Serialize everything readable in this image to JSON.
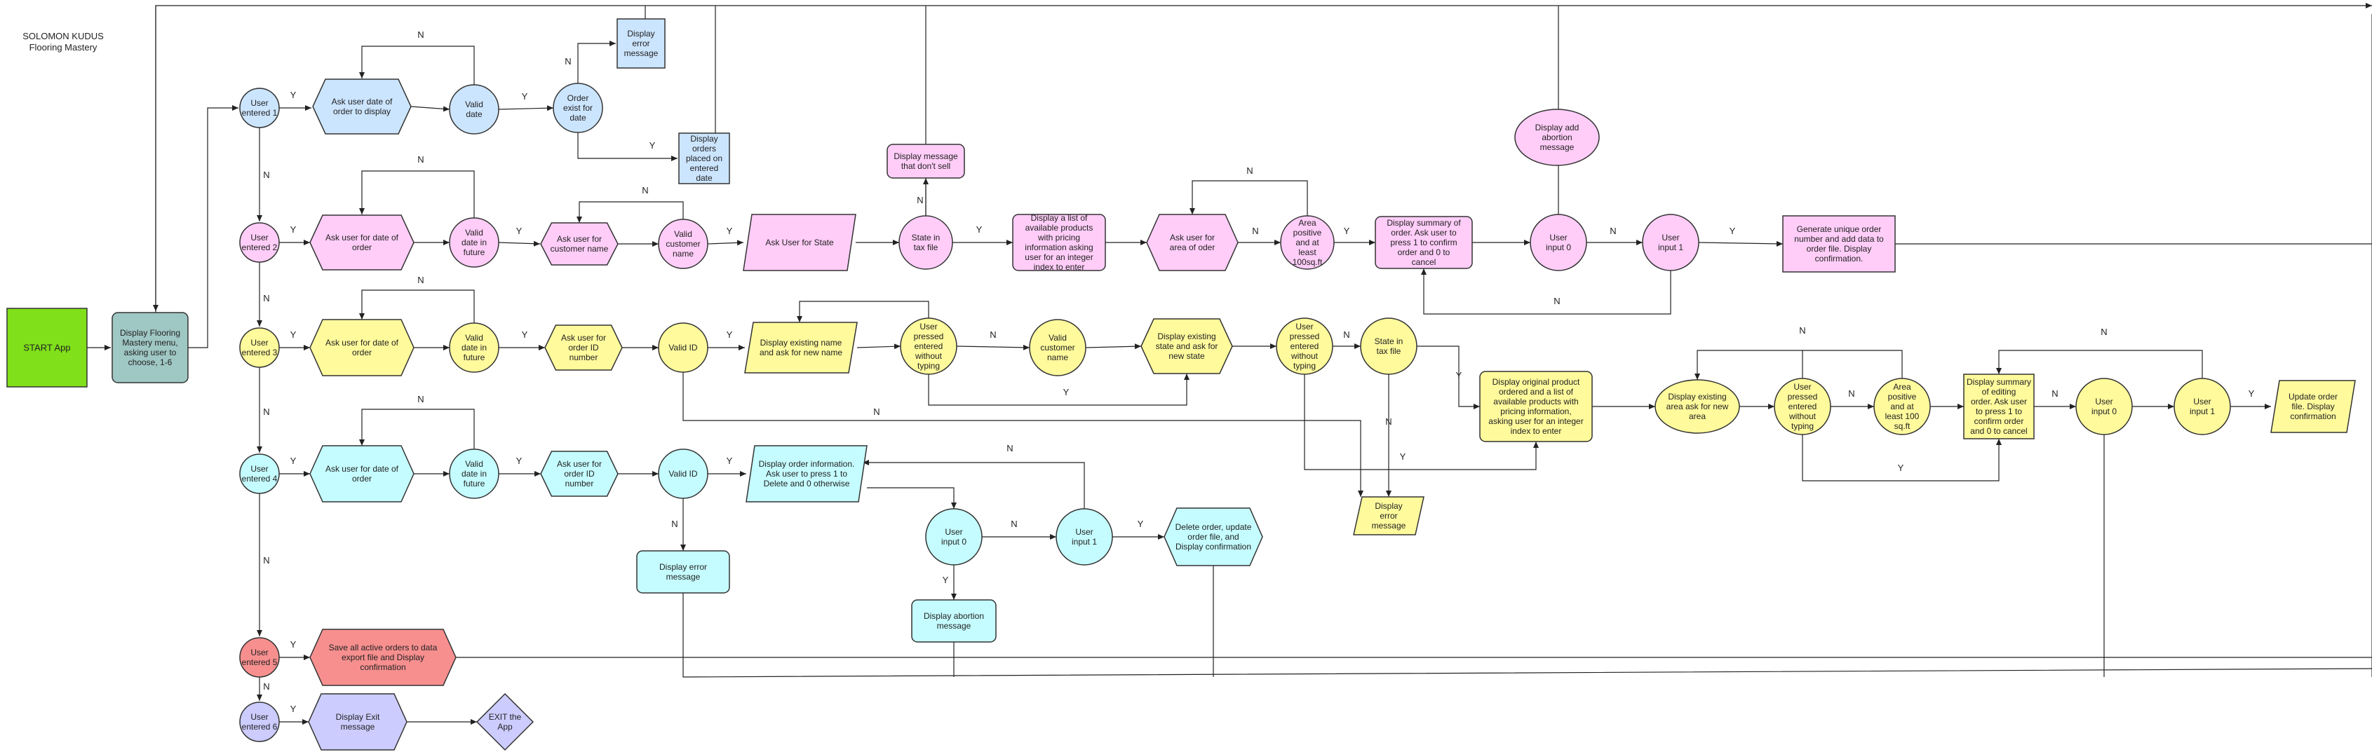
{
  "title": {
    "author": "SOLOMON KUDUS",
    "project": "Flooring Mastery"
  },
  "colors": {
    "start": "#80e01a",
    "menu": "#9fc7c4",
    "row1": "#cce5ff",
    "row2": "#ffcdf8",
    "row3": "#fffa9c",
    "row4": "#c5fcff",
    "row5": "#f78f8f",
    "row6": "#ccccff",
    "stroke": "#333333"
  },
  "nodes": {
    "start": "START App",
    "menu": "Display Flooring Mastery menu, asking user to choose, 1-6",
    "u1": "User entered 1",
    "ask_date_display": "Ask user date of order to display",
    "valid_date": "Valid date",
    "order_exist": "Order exist for date",
    "disp_error_top": "Display error message",
    "disp_orders": "Display orders placed on entered date",
    "u2": "User entered 2",
    "ask_date_2": "Ask user for date of order",
    "valid_future_2": "Valid date in future",
    "ask_cust_name": "Ask user for customer name",
    "valid_cust_name": "Valid customer name",
    "ask_state": "Ask User for State",
    "state_tax_2": "State in tax file",
    "msg_dont_sell": "Display message that don't sell",
    "list_products_2": "Display a list of available products with pricing information asking user for an integer index to enter",
    "ask_area_2": "Ask user for area of oder",
    "area_pos_2": "Area positive and at least 100sq.ft",
    "summary_2": "Display summary of order. Ask user to press 1 to confirm order and 0 to cancel",
    "in0_2": "User input 0",
    "abort_2": "Display add abortion message",
    "in1_2": "User input 1",
    "generate": "Generate unique order number and add data to order file. Display confirmation.",
    "u3": "User entered 3",
    "ask_date_3": "Ask user for date of order",
    "valid_future_3": "Valid date in future",
    "ask_id_3": "Ask user for order ID number",
    "valid_id_3": "Valid ID",
    "existing_name": "Display existing name and ask for new name",
    "pressed_enter_3a": "User pressed entered without typing",
    "valid_cust_3": "Valid customer name",
    "existing_state": "Display existing state and ask for new state",
    "pressed_enter_3b": "User pressed entered without typing",
    "state_tax_3": "State in tax file",
    "disp_error_mid": "Display error message",
    "orig_product": "Display original product ordered and a list of available products with pricing information, asking user for an integer index to enter",
    "existing_area": "Display existing area ask for new area",
    "pressed_enter_3c": "User pressed entered without typing",
    "area_pos_3": "Area positive and at least 100 sq.ft",
    "summary_3": "Display summary of editing order. Ask user to press 1 to confirm order and 0 to cancel",
    "in0_3": "User input 0",
    "in1_3": "User input 1",
    "update_file": "Update order file. Display confirmation",
    "u4": "User entered 4",
    "ask_date_4": "Ask user for date of order",
    "valid_future_4": "Valid date in future",
    "ask_id_4": "Ask user for order ID number",
    "valid_id_4": "Valid ID",
    "order_info": "Display order information. Ask user to press 1 to Delete and 0 otherwise",
    "in0_4": "User input 0",
    "abort_4": "Display abortion message",
    "in1_4": "User input 1",
    "delete_order": "Delete order, update order file, and Display confirmation",
    "disp_error_4": "Display error message",
    "u5": "User entered 5",
    "save_all": "Save all active orders to data export file and Display confirmation",
    "u6": "User entered 6",
    "disp_exit": "Display Exit message",
    "exit": "EXIT the App"
  },
  "edge_labels": {
    "y": "Y",
    "n": "N"
  }
}
